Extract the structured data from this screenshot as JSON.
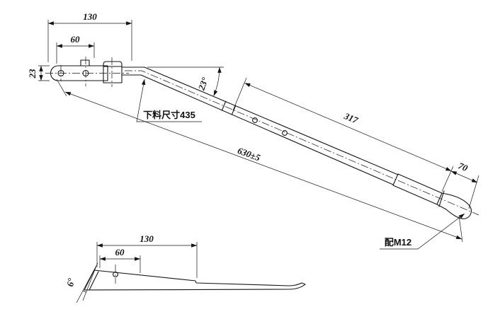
{
  "drawing": {
    "background_color": "#ffffff",
    "line_color": "#141414",
    "main_view": {
      "dim_overall_width": "130",
      "dim_hole_span": "60",
      "dim_plate_height": "23",
      "bend_angle": "23°",
      "blank_size_note": "下料尺寸435",
      "dim_arm_section": "317",
      "dim_total_length": "630±5",
      "dim_knob_length": "70",
      "thread_note": "配M12"
    },
    "side_view": {
      "dim_overall_width": "130",
      "dim_hole_offset": "60",
      "tilt_angle": "6°"
    }
  }
}
